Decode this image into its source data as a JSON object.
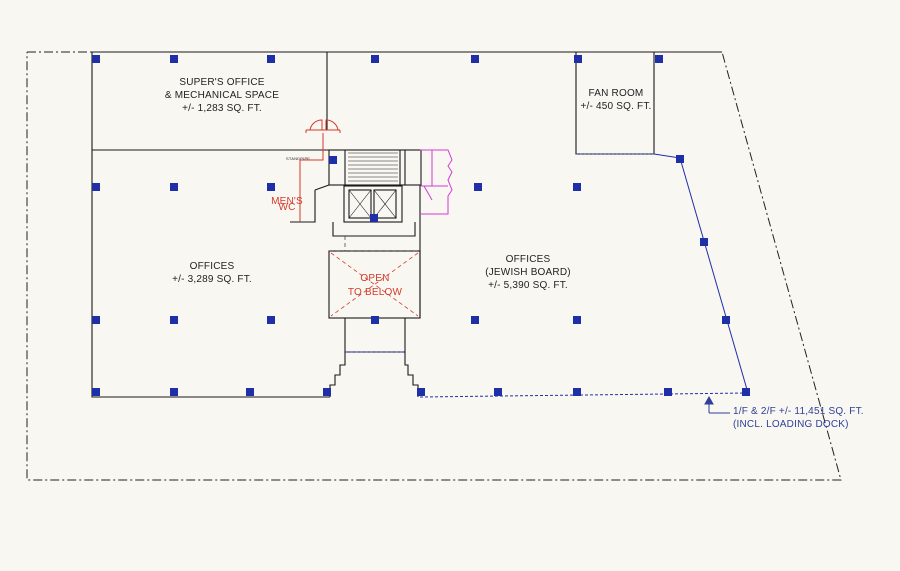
{
  "rooms": {
    "supers_office": {
      "line1": "SUPER'S OFFICE",
      "line2": "& MECHANICAL SPACE",
      "area": "+/- 1,283 SQ. FT."
    },
    "fan_room": {
      "line1": "FAN ROOM",
      "area": "+/- 450 SQ. FT."
    },
    "offices_west": {
      "line1": "OFFICES",
      "area": "+/- 3,289 SQ. FT."
    },
    "offices_east": {
      "line1": "OFFICES",
      "line2": "(JEWISH BOARD)",
      "area": "+/- 5,390 SQ. FT."
    },
    "open_to_below": {
      "line1": "OPEN",
      "line2": "TO BELOW"
    }
  },
  "callout": {
    "line1": "1/F & 2/F +/- 11,451 SQ. FT.",
    "line2": "(INCL. LOADING DOCK)"
  },
  "small_labels": {
    "standpipe": "STANDPIPE",
    "mens_wc_1": "MEN'S",
    "mens_wc_2": "WC"
  },
  "colors": {
    "background": "#f9f7f2",
    "wall": "#1a1a1a",
    "column": "#1f2fa8",
    "callout": "#2f3f9a",
    "red_markup": "#d43a2a",
    "magenta_markup": "#d23ad6"
  }
}
